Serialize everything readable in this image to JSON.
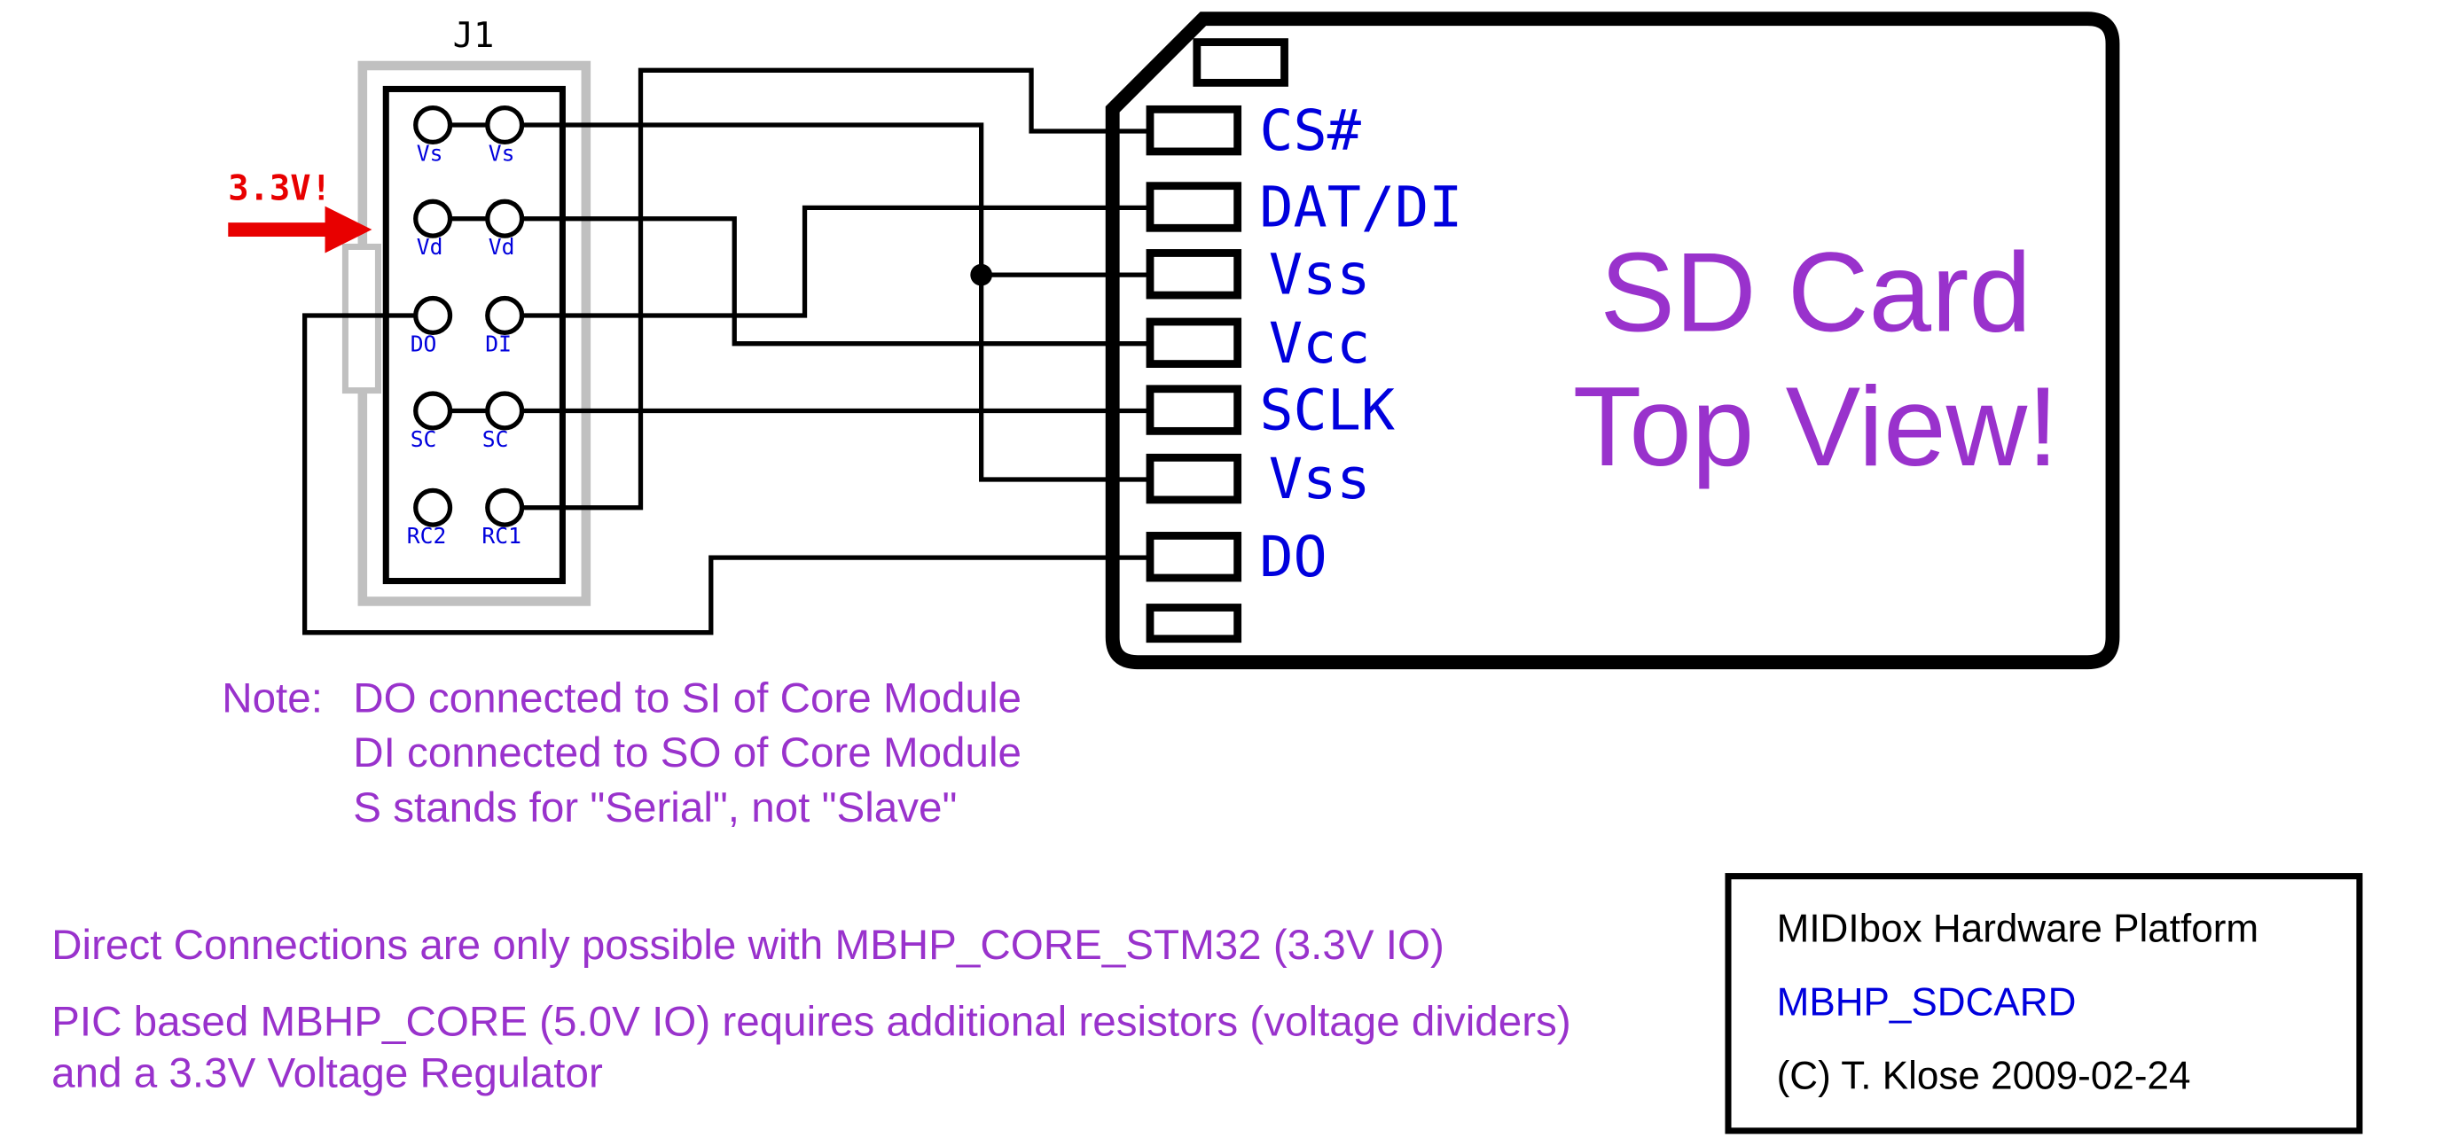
{
  "colors": {
    "purple": "#9932CC",
    "blue": "#0000DD",
    "red": "#E80000",
    "wire_black": "#000000",
    "connector_gray": "#C0C0C0"
  },
  "connector": {
    "label": "J1",
    "voltage_warning": "3.3V!",
    "pin_rows": [
      {
        "left": "Vs",
        "right": "Vs"
      },
      {
        "left": "Vd",
        "right": "Vd"
      },
      {
        "left": "DO",
        "right": "DI"
      },
      {
        "left": "SC",
        "right": "SC"
      },
      {
        "left": "RC2",
        "right": "RC1"
      }
    ]
  },
  "sdcard": {
    "title_line1": "SD Card",
    "title_line2": "Top View!",
    "pad_labels": [
      "CS#",
      "DAT/DI",
      "Vss",
      "Vcc",
      "SCLK",
      "Vss",
      "DO"
    ]
  },
  "note": {
    "label": "Note:",
    "lines": [
      "DO connected to SI of Core Module",
      "DI connected to SO of Core Module",
      "S stands for \"Serial\", not \"Slave\""
    ]
  },
  "footer": {
    "line1": "Direct Connections are only possible with MBHP_CORE_STM32 (3.3V IO)",
    "line2": "PIC based MBHP_CORE (5.0V IO) requires additional resistors (voltage dividers)",
    "line3": "and a 3.3V Voltage Regulator"
  },
  "title_block": {
    "line1": "MIDIbox Hardware Platform",
    "line2": "MBHP_SDCARD",
    "line3": "(C) T. Klose 2009-02-24"
  }
}
